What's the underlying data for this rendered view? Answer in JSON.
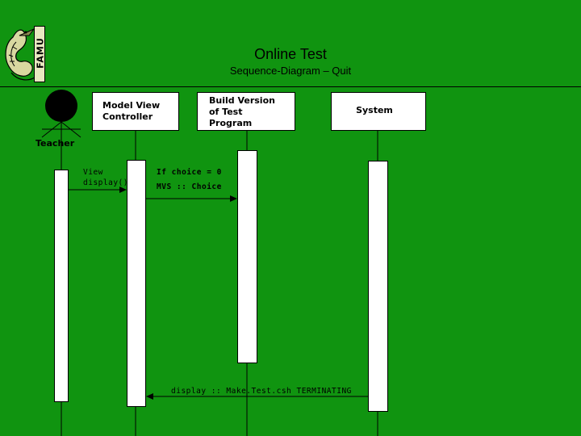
{
  "header": {
    "title": "Online Test",
    "subtitle": "Sequence-Diagram – Quit",
    "logo_text": "FAMU"
  },
  "actors": {
    "teacher": "Teacher",
    "controller": "Model View\nController",
    "builder": "Build Version\nof Test\nProgram",
    "system": "System"
  },
  "messages": {
    "view_display": "View\ndisplay()",
    "if_choice": "If choice = 0",
    "mvs_choice": "MVS :: Choice",
    "terminating": "display :: Make.Test.csh TERMINATING"
  },
  "colors": {
    "background": "#109410",
    "box_fill": "#ffffff",
    "line": "#000000"
  }
}
